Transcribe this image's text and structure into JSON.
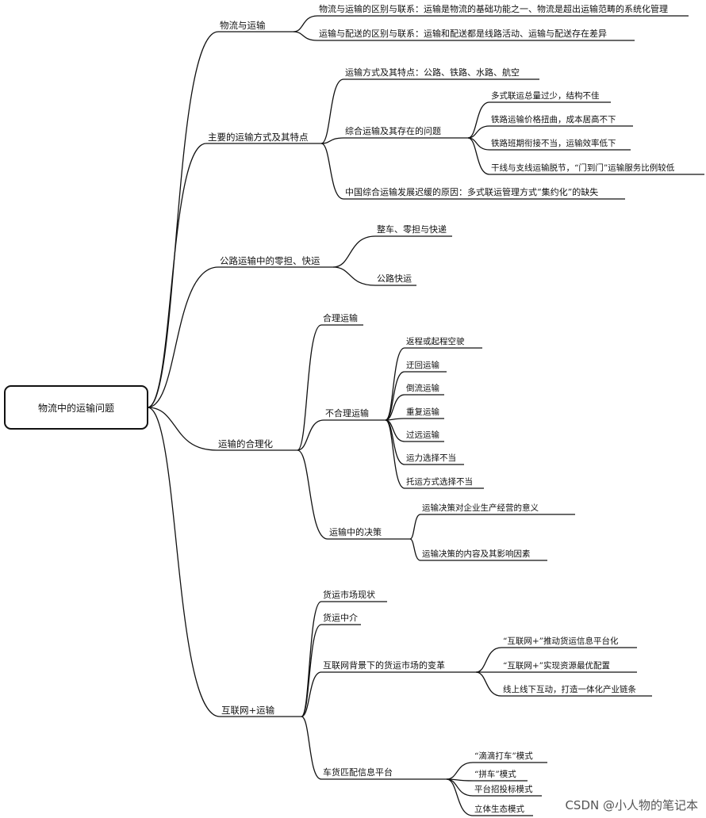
{
  "root": "物流中的运输问题",
  "branches": [
    {
      "label": "物流与运输",
      "children": [
        {
          "label": "物流与运输的区别与联系：运输是物流的基础功能之一、物流是超出运输范畴的系统化管理"
        },
        {
          "label": "运输与配送的区别与联系：运输和配送都是线路活动、运输与配送存在差异"
        }
      ]
    },
    {
      "label": "主要的运输方式及其特点",
      "children": [
        {
          "label": "运输方式及其特点：公路、铁路、水路、航空"
        },
        {
          "label": "综合运输及其存在的问题",
          "children": [
            {
              "label": "多式联运总量过少，结构不佳"
            },
            {
              "label": "铁路运输价格扭曲，成本居高不下"
            },
            {
              "label": "铁路班期衔接不当，运输效率低下"
            },
            {
              "label": "干线与支线运输脱节，“门到门”运输服务比例较低"
            }
          ]
        },
        {
          "label": "中国综合运输发展迟缓的原因：多式联运管理方式“集约化”的缺失"
        }
      ]
    },
    {
      "label": "公路运输中的零担、快运",
      "children": [
        {
          "label": "整车、零担与快递"
        },
        {
          "label": "公路快运"
        }
      ]
    },
    {
      "label": "运输的合理化",
      "children": [
        {
          "label": "合理运输"
        },
        {
          "label": "不合理运输",
          "children": [
            {
              "label": "返程或起程空驶"
            },
            {
              "label": "迂回运输"
            },
            {
              "label": "倒流运输"
            },
            {
              "label": "重复运输"
            },
            {
              "label": "过远运输"
            },
            {
              "label": "运力选择不当"
            },
            {
              "label": "托运方式选择不当"
            }
          ]
        },
        {
          "label": "运输中的决策",
          "children": [
            {
              "label": "运输决策对企业生产经营的意义"
            },
            {
              "label": "运输决策的内容及其影响因素"
            }
          ]
        }
      ]
    },
    {
      "label": "互联网+运输",
      "children": [
        {
          "label": "货运市场现状"
        },
        {
          "label": "货运中介"
        },
        {
          "label": "互联网背景下的货运市场的变革",
          "children": [
            {
              "label": "“互联网+”推动货运信息平台化"
            },
            {
              "label": "“互联网+”实现资源最优配置"
            },
            {
              "label": "线上线下互动，打造一体化产业链条"
            }
          ]
        },
        {
          "label": "车货匹配信息平台",
          "children": [
            {
              "label": "“滴滴打车”模式"
            },
            {
              "label": "“拼车”模式"
            },
            {
              "label": "平台招投标模式"
            },
            {
              "label": "立体生态模式"
            }
          ]
        }
      ]
    }
  ],
  "watermark": "CSDN @小人物的笔记本",
  "colors": {
    "line": "#111111",
    "text": "#111111",
    "watermark": "#555555"
  }
}
